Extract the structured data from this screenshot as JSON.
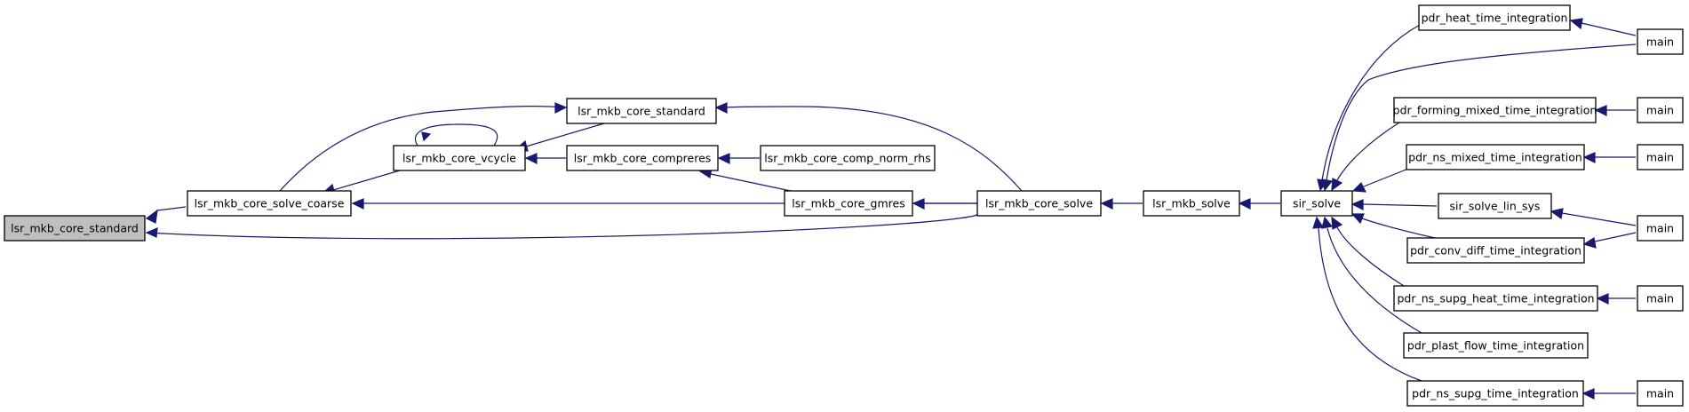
{
  "colors": {
    "edge": "#191970",
    "root_fill": "#bfbfbf",
    "node_fill": "#ffffff",
    "node_border": "#000000"
  },
  "nodes": [
    {
      "id": "n_std_root",
      "label": "lsr_mkb_core_standard",
      "root": true
    },
    {
      "id": "n_solve_coarse",
      "label": "lsr_mkb_core_solve_coarse"
    },
    {
      "id": "n_vcycle",
      "label": "lsr_mkb_core_vcycle"
    },
    {
      "id": "n_std2",
      "label": "lsr_mkb_core_standard"
    },
    {
      "id": "n_compreres",
      "label": "lsr_mkb_core_compreres"
    },
    {
      "id": "n_comp_norm",
      "label": "lsr_mkb_core_comp_norm_rhs"
    },
    {
      "id": "n_gmres",
      "label": "lsr_mkb_core_gmres"
    },
    {
      "id": "n_core_solve",
      "label": "lsr_mkb_core_solve"
    },
    {
      "id": "n_mkb_solve",
      "label": "lsr_mkb_solve"
    },
    {
      "id": "n_sir_solve",
      "label": "sir_solve"
    },
    {
      "id": "n_heat",
      "label": "pdr_heat_time_integration"
    },
    {
      "id": "n_forming",
      "label": "pdr_forming_mixed_time_integration"
    },
    {
      "id": "n_ns_mixed",
      "label": "pdr_ns_mixed_time_integration"
    },
    {
      "id": "n_lin_sys",
      "label": "sir_solve_lin_sys"
    },
    {
      "id": "n_conv",
      "label": "pdr_conv_diff_time_integration"
    },
    {
      "id": "n_supg_heat",
      "label": "pdr_ns_supg_heat_time_integration"
    },
    {
      "id": "n_plast",
      "label": "pdr_plast_flow_time_integration"
    },
    {
      "id": "n_supg",
      "label": "pdr_ns_supg_time_integration"
    },
    {
      "id": "n_main1",
      "label": "main"
    },
    {
      "id": "n_main2",
      "label": "main"
    },
    {
      "id": "n_main3",
      "label": "main"
    },
    {
      "id": "n_main4",
      "label": "main"
    },
    {
      "id": "n_main5",
      "label": "main"
    },
    {
      "id": "n_main6",
      "label": "main"
    }
  ]
}
